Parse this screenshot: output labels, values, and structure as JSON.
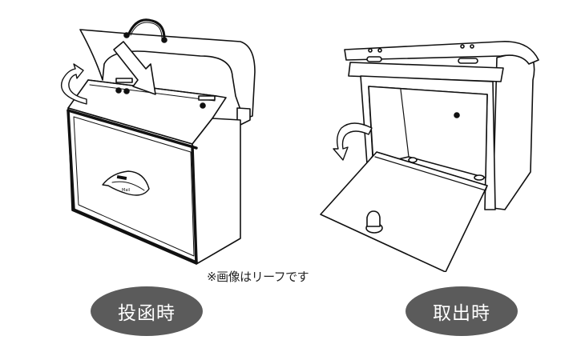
{
  "note": "※画像はリーフです",
  "labels": {
    "insert": "投函時",
    "retrieve": "取出時"
  },
  "colors": {
    "pill_background": "#5b5b5b",
    "pill_text": "#ffffff",
    "line_art": "#111111",
    "background": "#ffffff"
  },
  "illustrations": {
    "left": "mailbox-lid-open-insert",
    "right": "mailbox-front-door-open-retrieve"
  }
}
